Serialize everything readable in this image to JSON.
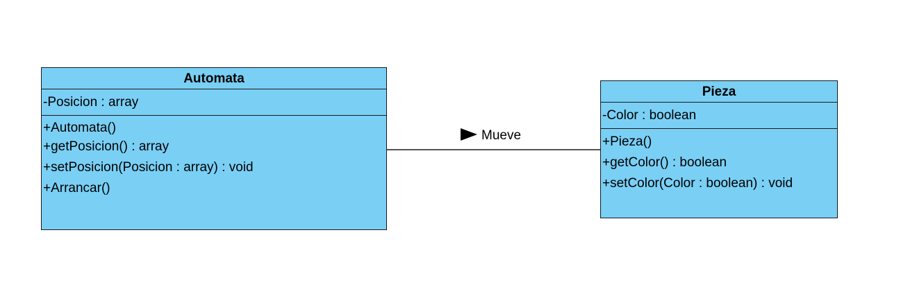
{
  "classes": {
    "automata": {
      "name": "Automata",
      "attributes": [
        "-Posicion : array"
      ],
      "operations": [
        "+Automata()",
        "+getPosicion() : array",
        "+setPosicion(Posicion : array) : void",
        "+Arrancar()"
      ]
    },
    "pieza": {
      "name": "Pieza",
      "attributes": [
        "-Color : boolean"
      ],
      "operations": [
        "+Pieza()",
        "+getColor() : boolean",
        "+setColor(Color : boolean) : void"
      ]
    }
  },
  "association": {
    "label": "Mueve",
    "direction_icon": "filled-triangle-right"
  },
  "colors": {
    "class_fill": "#7acff5",
    "border": "#1a1a1a"
  }
}
